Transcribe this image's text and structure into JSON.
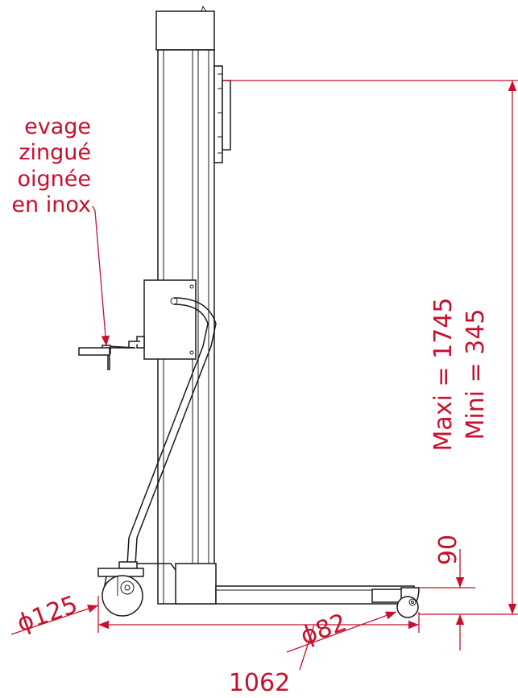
{
  "callout": {
    "lines": [
      "evage",
      "zingué",
      "oignée",
      "en inox"
    ]
  },
  "dimensions": {
    "height_max": "Maxi = 1745",
    "height_min": "Mini = 345",
    "leg_height": "90",
    "rear_wheel": "ϕ125",
    "front_wheel": "ϕ82",
    "length": "1062"
  },
  "colors": {
    "dimension": "#c8102e",
    "drawing": "#1a1a1a"
  }
}
